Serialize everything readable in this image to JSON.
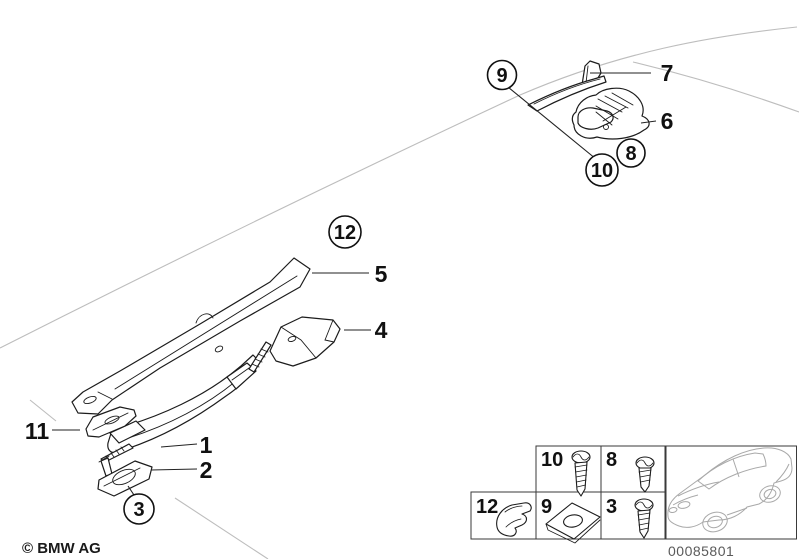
{
  "diagram": {
    "circled_callouts": [
      {
        "label": "9"
      },
      {
        "label": "10"
      },
      {
        "label": "8"
      },
      {
        "label": "12"
      },
      {
        "label": "3"
      }
    ],
    "plain_callouts": [
      {
        "label": "7"
      },
      {
        "label": "6"
      },
      {
        "label": "5"
      },
      {
        "label": "4"
      },
      {
        "label": "11"
      },
      {
        "label": "1"
      },
      {
        "label": "2"
      }
    ]
  },
  "legend": {
    "cells": [
      {
        "number": "10",
        "icon": "long-screw-icon"
      },
      {
        "number": "8",
        "icon": "short-screw-icon"
      },
      {
        "number": "12",
        "icon": "spring-clip-icon"
      },
      {
        "number": "9",
        "icon": "speed-nut-clip-icon"
      },
      {
        "number": "3",
        "icon": "screw-icon"
      }
    ],
    "image_number": "00085801"
  },
  "footer": {
    "copyright": "© BMW AG"
  },
  "colors": {
    "background": "#ffffff",
    "part_line": "#1c1c1c",
    "reference_line": "#bdbdbd",
    "car_sketch": "#a9a9a9"
  }
}
